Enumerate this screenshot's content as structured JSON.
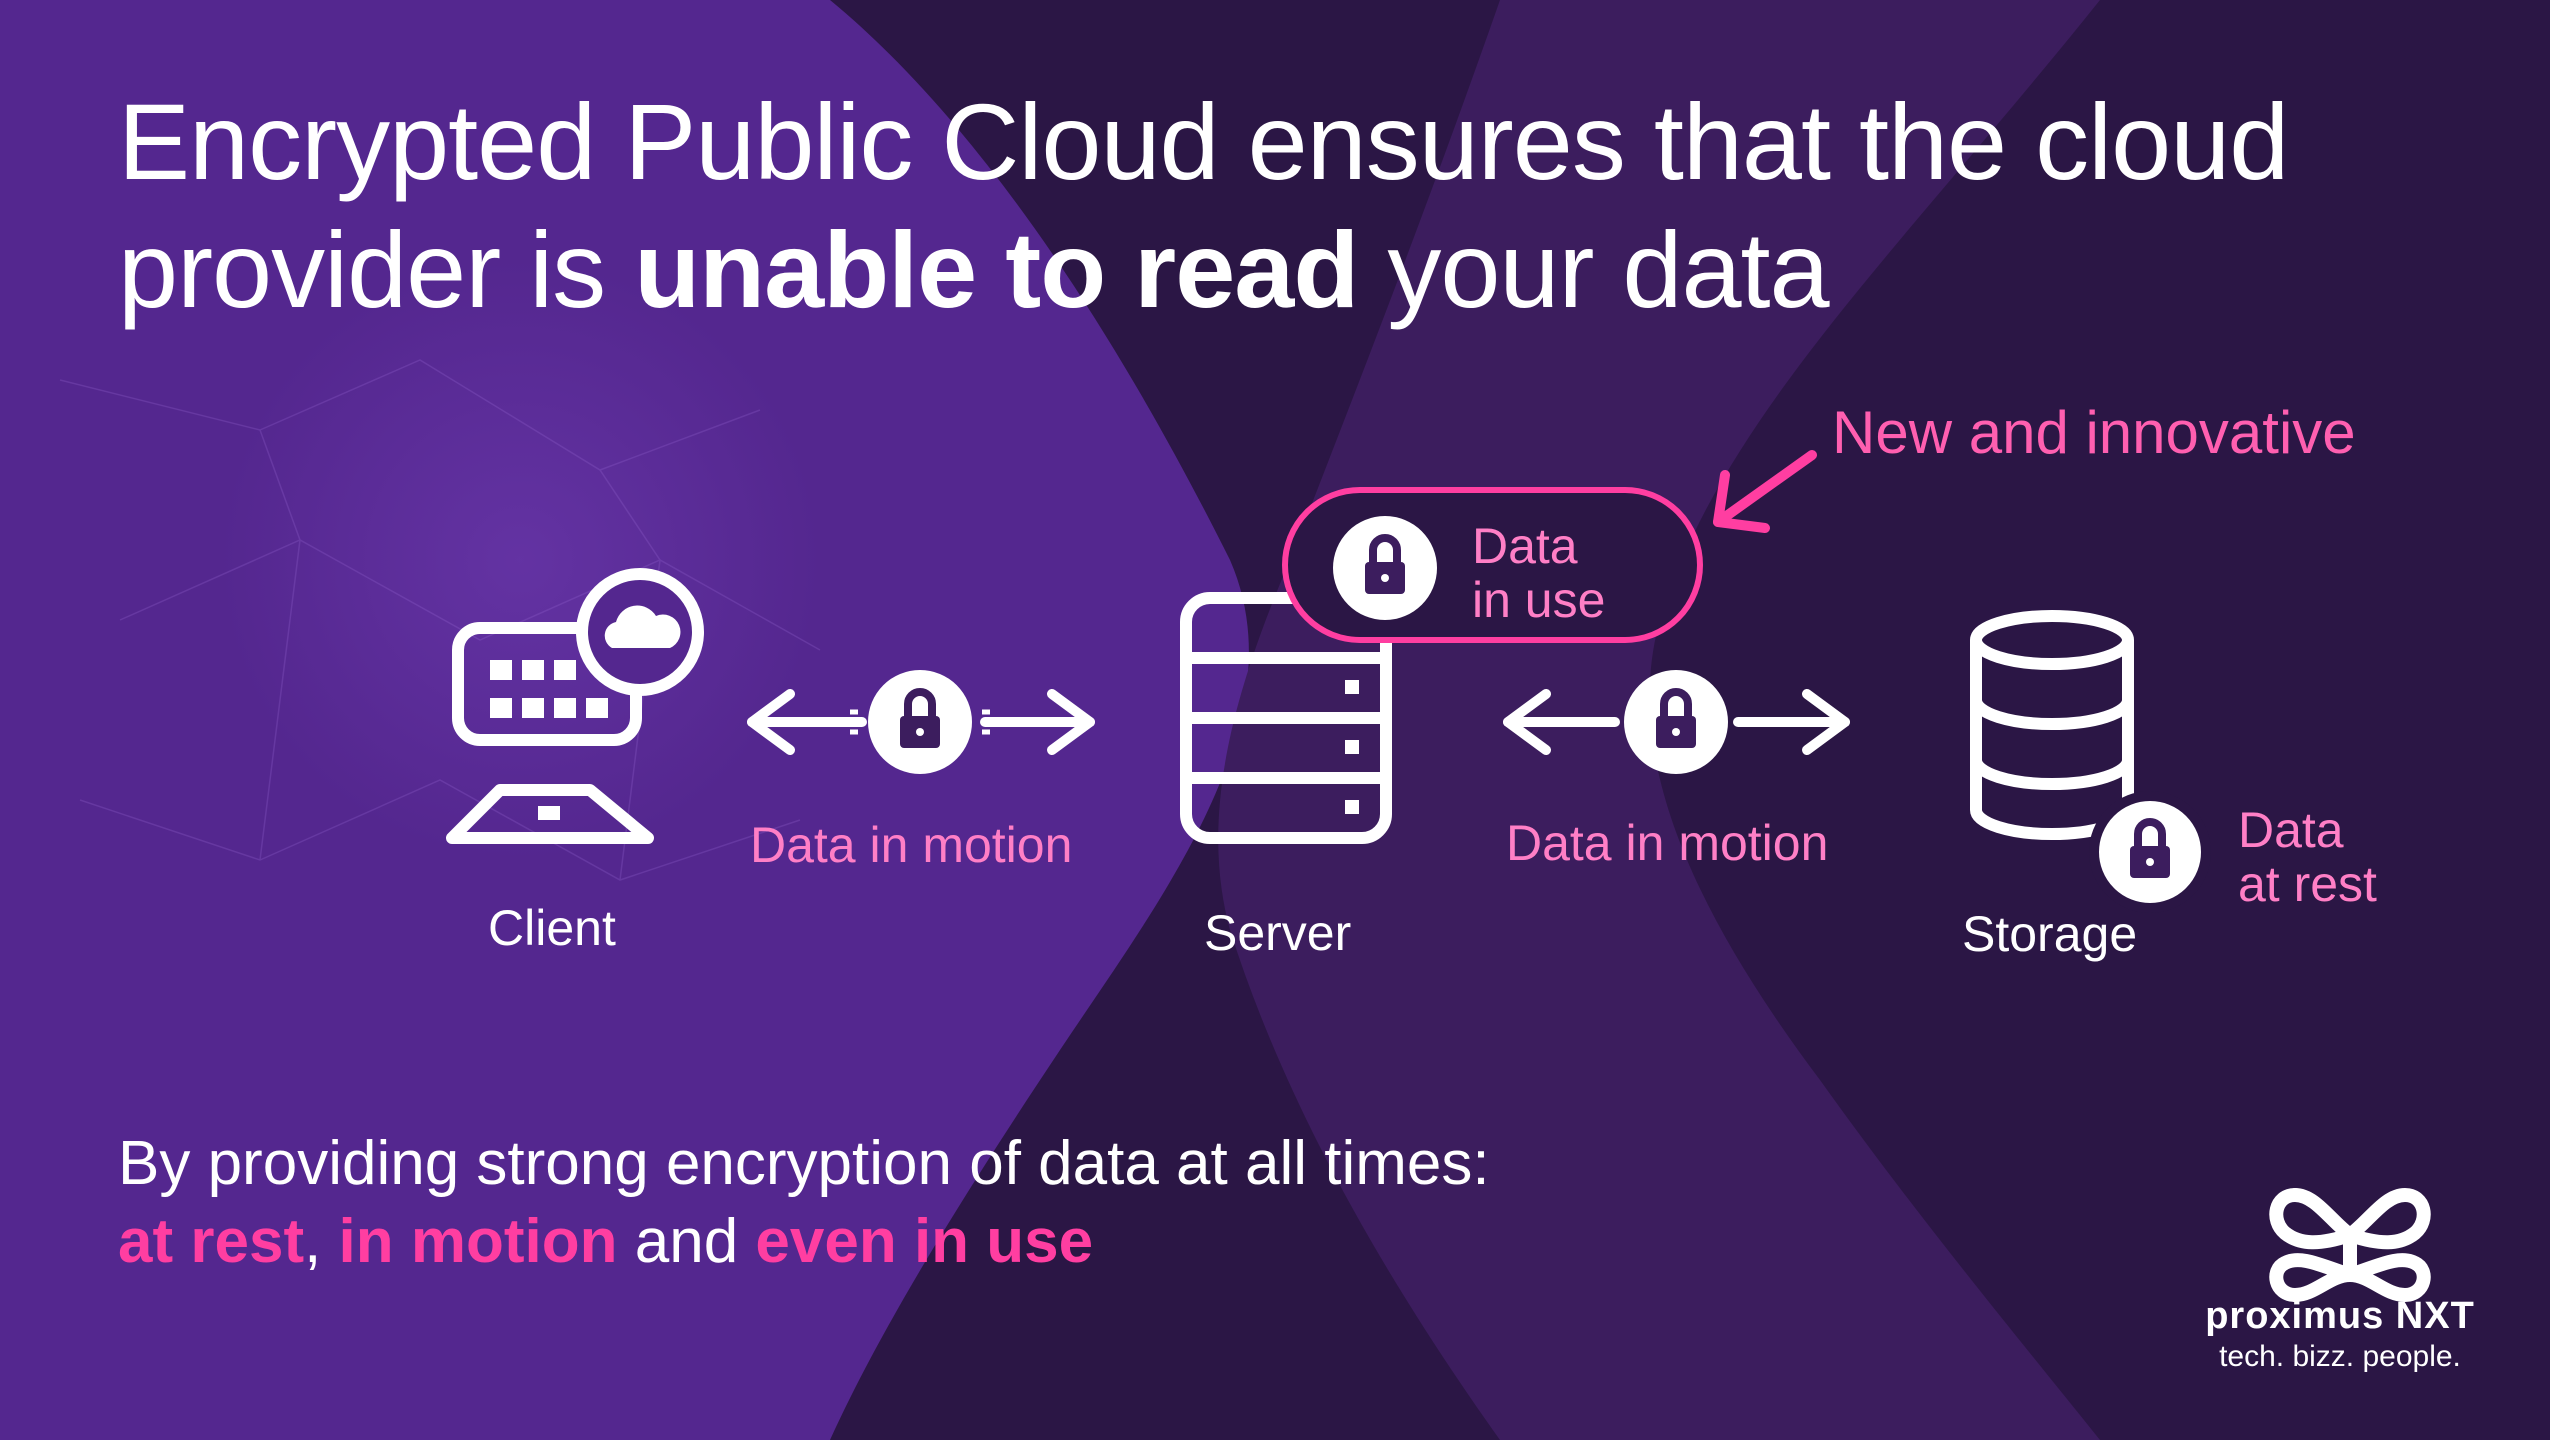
{
  "headline": {
    "part1": "Encrypted Public Cloud ensures that the cloud provider is ",
    "bold": "unable to read",
    "part2": " your data"
  },
  "nodes": {
    "client": "Client",
    "server": "Server",
    "storage": "Storage"
  },
  "flows": {
    "left": "Data in motion",
    "right": "Data in motion",
    "in_use_line1": "Data",
    "in_use_line2": "in use",
    "at_rest_line1": "Data",
    "at_rest_line2": "at rest"
  },
  "callout": "New and innovative",
  "footer": {
    "line1": "By providing strong encryption of data at all times:",
    "at_rest": "at rest",
    "sep": ", ",
    "in_motion": "in motion",
    "and": " and ",
    "in_use": "even in use"
  },
  "brand": {
    "name": "proximus NXT",
    "tagline": "tech. bizz. people."
  },
  "colors": {
    "background_dark": "#2b1645",
    "background_light": "#54278f",
    "accent_pink": "#ff3ea1",
    "icon_white": "#ffffff"
  }
}
